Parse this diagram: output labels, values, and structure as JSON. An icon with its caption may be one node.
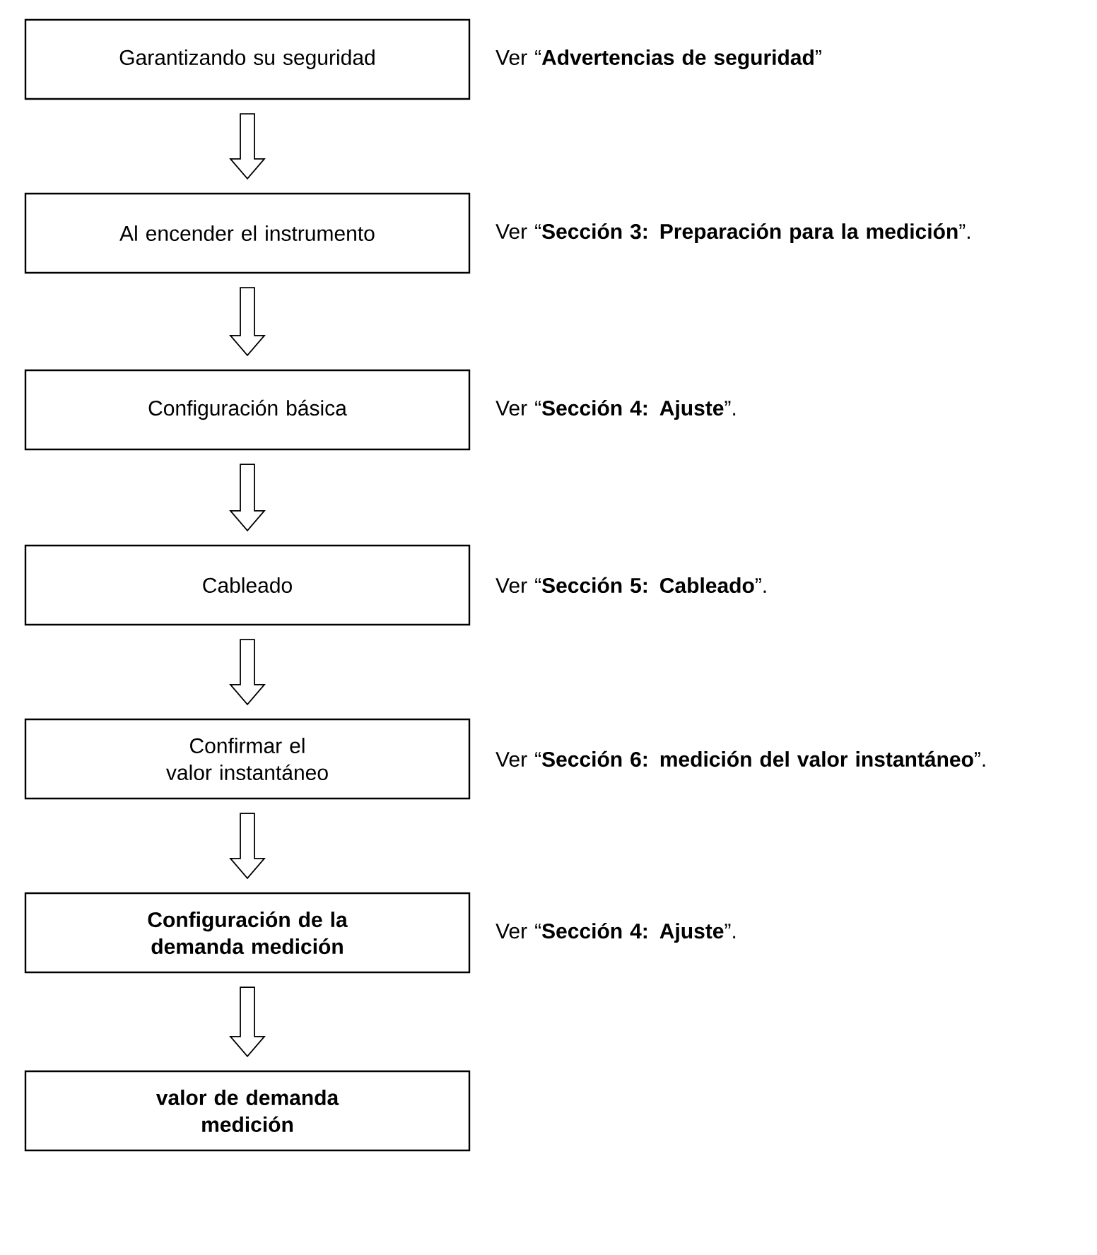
{
  "diagram": {
    "nodes": [
      {
        "text": [
          "Garantizando su seguridad"
        ],
        "beside": [
          "Ver “**Advertencias de seguridad**”"
        ]
      },
      {
        "text": [
          "Al encender el instrumento"
        ],
        "beside": [
          "Ver “**Sección 3: Preparación para la medición**”."
        ]
      },
      {
        "text": [
          "Configuración básica"
        ],
        "beside": [
          "Ver “**Sección 4: Ajuste**”."
        ]
      },
      {
        "text": [
          "Cableado"
        ],
        "beside": [
          "Ver “**Sección 5: Cableado**”."
        ]
      },
      {
        "text": [
          "Confirmar el valor instantáneo"
        ],
        "beside": [
          "Ver “**Sección 6: medición del valor instantáneo**”."
        ]
      },
      {
        "text": [
          "Configuración de la demanda medición"
        ],
        "beside": [
          "Ver “**Sección 4: Ajuste**”."
        ]
      },
      {
        "text": [
          "valor de demanda medición"
        ]
      }
    ],
    "edges": [
      {
        "from": 0,
        "to": 1,
        "arrow": "to"
      },
      {
        "from": 1,
        "to": 2,
        "arrow": "to"
      },
      {
        "from": 2,
        "to": 3,
        "arrow": "to"
      },
      {
        "from": 3,
        "to": 4,
        "arrow": "to"
      },
      {
        "from": 4,
        "to": 5,
        "arrow": "to"
      },
      {
        "from": 5,
        "to": 6,
        "arrow": "to"
      }
    ]
  }
}
